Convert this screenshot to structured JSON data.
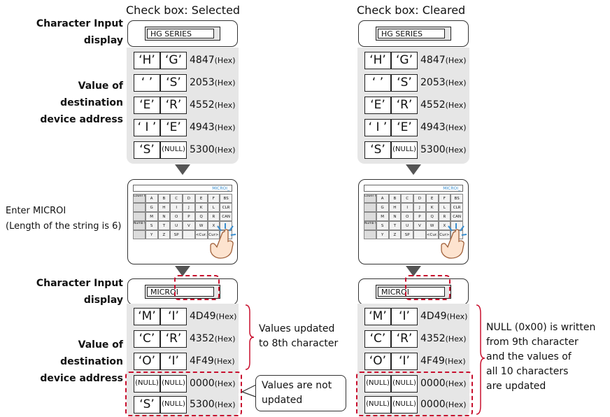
{
  "headers": {
    "left": "Check box: Selected",
    "right": "Check box: Cleared"
  },
  "labels": {
    "char_input_display_l1": "Character Input",
    "char_input_display_l2": "display",
    "value_of": "Value of",
    "destination": "destination",
    "device_address": "device address"
  },
  "enter_note": {
    "line1": "Enter MICROI",
    "line2": "(Length of the string is 6)"
  },
  "hex_suffix": "(Hex)",
  "before": {
    "display_text": "HG SERIES",
    "rows": [
      {
        "a": "‘H’",
        "b": "‘G’",
        "hex": "4847"
      },
      {
        "a": "‘  ’",
        "b": "‘S’",
        "hex": "2053"
      },
      {
        "a": "‘E’",
        "b": "‘R’",
        "hex": "4552"
      },
      {
        "a": "‘ I ’",
        "b": "‘E’",
        "hex": "4943"
      },
      {
        "a": "‘S’",
        "b": "(NULL)",
        "hex": "5300"
      }
    ]
  },
  "keyboard": {
    "display_text": "MICROI_",
    "rows": [
      [
        "Lower Case",
        "A",
        "B",
        "C",
        "D",
        "E",
        "F",
        "BS"
      ],
      [
        "",
        "G",
        "H",
        "I",
        "J",
        "K",
        "L",
        "CLR"
      ],
      [
        "",
        "M",
        "N",
        "O",
        "P",
        "Q",
        "R",
        "CAN"
      ],
      [
        "Numb Sign",
        "S",
        "T",
        "U",
        "V",
        "W",
        "X",
        ""
      ],
      [
        "",
        "Y",
        "Z",
        "SP",
        "",
        "<Cur.",
        "Cur>",
        ""
      ]
    ]
  },
  "after_display_text": "MICROI",
  "after_selected": [
    {
      "a": "‘M’",
      "b": "‘I’",
      "hex": "4D49"
    },
    {
      "a": "‘C’",
      "b": "‘R’",
      "hex": "4352"
    },
    {
      "a": "‘O’",
      "b": "‘I’",
      "hex": "4F49"
    },
    {
      "a": "(NULL)",
      "b": "(NULL)",
      "hex": "0000"
    },
    {
      "a": "‘S’",
      "b": "(NULL)",
      "hex": "5300"
    }
  ],
  "after_cleared": [
    {
      "a": "‘M’",
      "b": "‘I’",
      "hex": "4D49"
    },
    {
      "a": "‘C’",
      "b": "‘R’",
      "hex": "4352"
    },
    {
      "a": "‘O’",
      "b": "‘I’",
      "hex": "4F49"
    },
    {
      "a": "(NULL)",
      "b": "(NULL)",
      "hex": "0000"
    },
    {
      "a": "(NULL)",
      "b": "(NULL)",
      "hex": "0000"
    }
  ],
  "notes": {
    "updated_line1": "Values updated",
    "updated_line2": "to 8th character",
    "not_updated_line1": "Values are not",
    "not_updated_line2": "updated",
    "null_line1": "NULL (0x00) is written",
    "null_line2": "from 9th character",
    "null_line3": "and the values of",
    "null_line4": "all 10 characters",
    "null_line5": "are updated"
  },
  "colors": {
    "highlight": "#c8102e",
    "panel": "#e6e6e6",
    "arrow": "#555555"
  }
}
